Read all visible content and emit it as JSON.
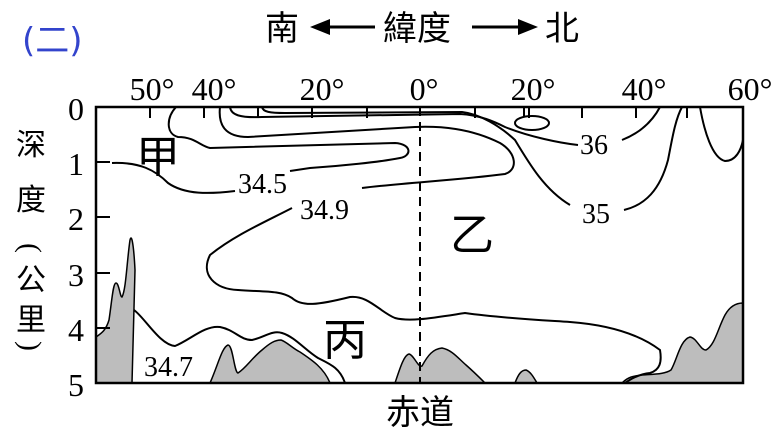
{
  "figure_label": "(二)",
  "figure_label_color": "#3344cc",
  "title": {
    "south": "南",
    "middle": "緯度",
    "north": "北"
  },
  "y_axis_label": [
    "深",
    "度",
    "(",
    "公",
    "里",
    ")"
  ],
  "x_ticks": [
    "50°",
    "40°",
    "20°",
    "0°",
    "20°",
    "40°",
    "60°"
  ],
  "y_ticks": [
    "0",
    "1",
    "2",
    "3",
    "4",
    "5"
  ],
  "x_bottom_label": "赤道",
  "region_labels": {
    "jia": "甲",
    "yi": "乙",
    "bing": "丙"
  },
  "contour_labels": {
    "c36": "36",
    "c35": "35",
    "c345": "34.5",
    "c349": "34.9",
    "c347": "34.7"
  },
  "seafloor_color": "#bdbdbd"
}
